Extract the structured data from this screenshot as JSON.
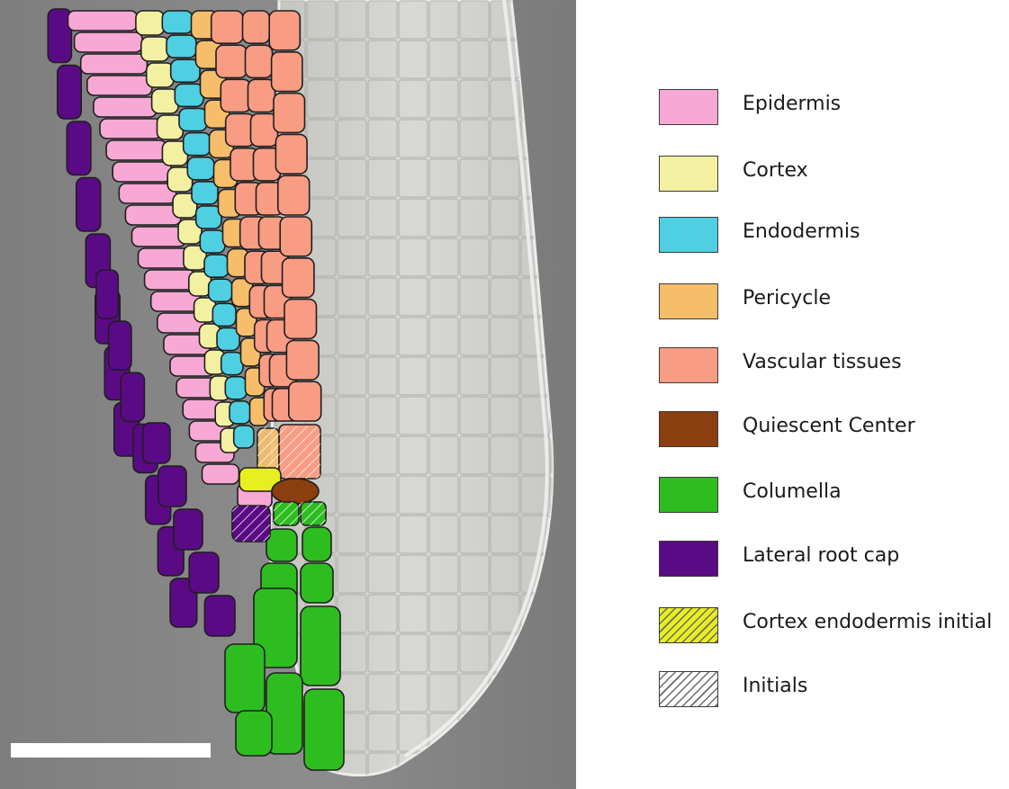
{
  "colors": {
    "epidermis": "#f7a8d4",
    "cortex": "#f4f0a2",
    "endodermis": "#4ecfe2",
    "pericycle": "#f6be6a",
    "vascular": "#f99c84",
    "qc": "#8b3e0e",
    "columella": "#2dbd1f",
    "lrc": "#5b0a86",
    "cei": "#e8ee20",
    "initials": "#ffffff",
    "micrograph_bg": "#858585",
    "root_tissue": "#cfcfcb",
    "scale_bar": "#ffffff"
  },
  "legend": [
    {
      "key": "epidermis",
      "label": "Epidermis",
      "color": "#f7a8d4",
      "hatched": false
    },
    {
      "key": "cortex",
      "label": "Cortex",
      "color": "#f4f0a2",
      "hatched": false
    },
    {
      "key": "endodermis",
      "label": "Endodermis",
      "color": "#4ecfe2",
      "hatched": false
    },
    {
      "key": "pericycle",
      "label": "Pericycle",
      "color": "#f6be6a",
      "hatched": false
    },
    {
      "key": "vascular",
      "label": "Vascular tissues",
      "color": "#f99c84",
      "hatched": false
    },
    {
      "key": "qc",
      "label": "Quiescent Center",
      "color": "#8b3e0e",
      "hatched": false
    },
    {
      "key": "columella",
      "label": "Columella",
      "color": "#2dbd1f",
      "hatched": false
    },
    {
      "key": "lrc",
      "label": "Lateral root cap",
      "color": "#5b0a86",
      "hatched": false
    },
    {
      "key": "cei",
      "label": "Cortex endodermis initial",
      "color": "#e8ee20",
      "hatched": true
    },
    {
      "key": "initials",
      "label": "Initials",
      "color": "#ffffff",
      "hatched": true
    }
  ]
}
